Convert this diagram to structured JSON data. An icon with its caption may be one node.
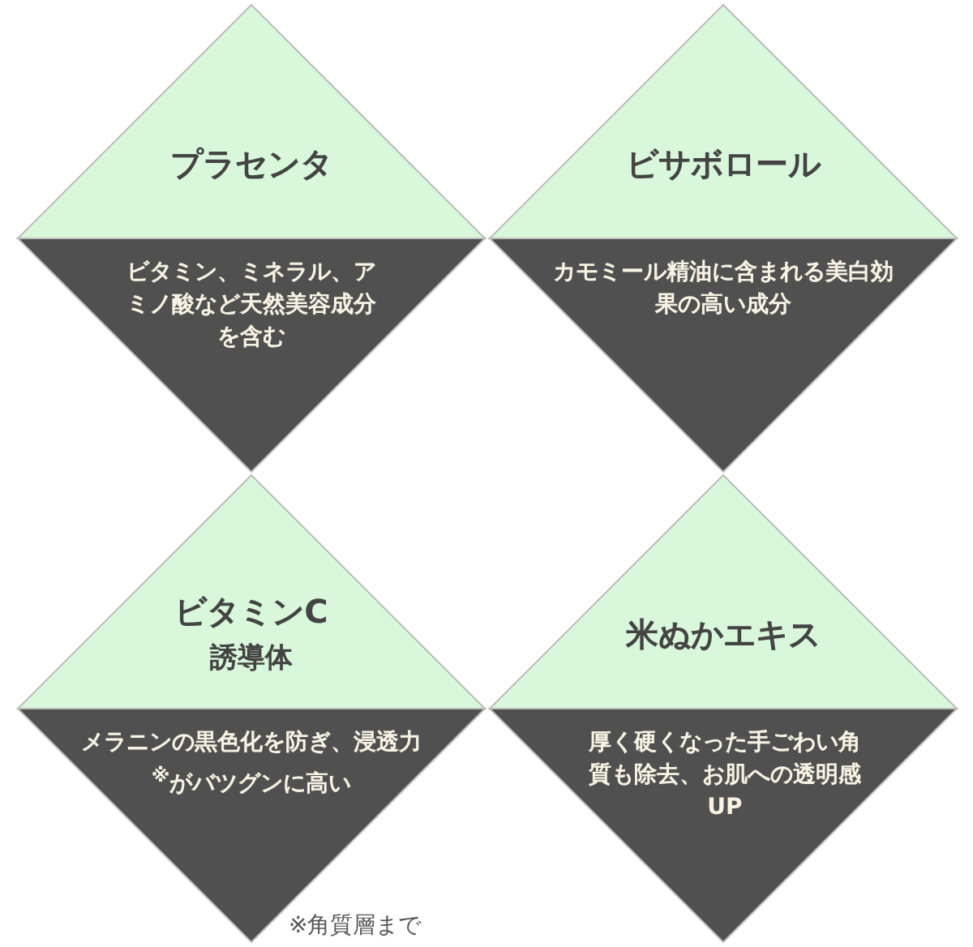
{
  "diagram": {
    "nodes": [
      {
        "text": [
          "プラセンタ"
        ]
      },
      {
        "text": [
          "ビタミン、ミネラル、アミノ酸など天然美容成分を含む"
        ]
      },
      {
        "text": [
          "ビサボロール"
        ]
      },
      {
        "text": [
          "カモミール精油に含まれる美白効果の高い成分"
        ]
      },
      {
        "text": [
          "ビタミンC",
          "誘導体"
        ]
      },
      {
        "text": [
          "メラニンの黒色化を防ぎ、浸透力$^{※}$がバツグンに高い"
        ]
      },
      {
        "text": [
          "米ぬかエキス"
        ]
      },
      {
        "text": [
          "厚く硬くなった手ごわい角質も除去、お肌への透明感UP"
        ]
      }
    ],
    "labels": [
      "※角質層まで"
    ]
  }
}
